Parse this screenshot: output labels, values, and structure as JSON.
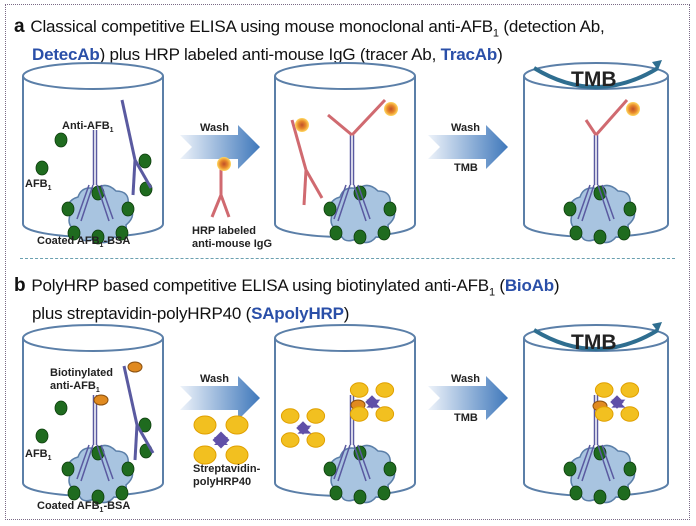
{
  "panel_a": {
    "tag": "a",
    "title_line1_pre": "Classical competitive ELISA using mouse monoclonal anti-AFB",
    "title_line1_sub": "1",
    "title_line1_post": " (detection Ab,",
    "title_line2_hl1": "DetecAb",
    "title_line2_mid": ") plus HRP labeled anti-mouse IgG (tracer Ab, ",
    "title_line2_hl2": "TracAb",
    "title_line2_end": ")",
    "labels": {
      "anti_afb": "Anti-AFB",
      "afb": "AFB",
      "coated": "Coated AFB",
      "coated_suffix": "-BSA",
      "sub1": "1",
      "wash1": "Wash",
      "hrp_line1": "HRP labeled",
      "hrp_line2": "anti-mouse IgG",
      "wash2": "Wash",
      "tmb_step": "TMB",
      "tmb_well": "TMB"
    }
  },
  "panel_b": {
    "tag": "b",
    "title_line1_pre": "PolyHRP based competitive ELISA using biotinylated anti-AFB",
    "title_line1_sub": "1",
    "title_line1_mid": " (",
    "title_line1_hl": "BioAb",
    "title_line1_end": ")",
    "title_line2_pre": "plus streptavidin-polyHRP40 (",
    "title_line2_hl": "SApolyHRP",
    "title_line2_end": ")",
    "labels": {
      "bio_line1": "Biotinylated",
      "bio_line2": "anti-AFB",
      "afb": "AFB",
      "coated": "Coated AFB",
      "coated_suffix": "-BSA",
      "sub1": "1",
      "wash1": "Wash",
      "sa_line1": "Streptavidin-",
      "sa_line2": "polyHRP40",
      "wash2": "Wash",
      "tmb_step": "TMB",
      "tmb_well": "TMB"
    }
  },
  "colors": {
    "highlight": "#2a4fa8",
    "well_outline": "#5b7fa8",
    "antibody": "#5a5aa0",
    "tracer_antibody": "#d06a70",
    "afb_dot": "#1f6b1f",
    "bsa": "#a8c4e0",
    "hrp": "#e88a2a",
    "polyhrp": "#f2c020",
    "streptavidin": "#6050a8",
    "arrow": "#4a80c0"
  }
}
